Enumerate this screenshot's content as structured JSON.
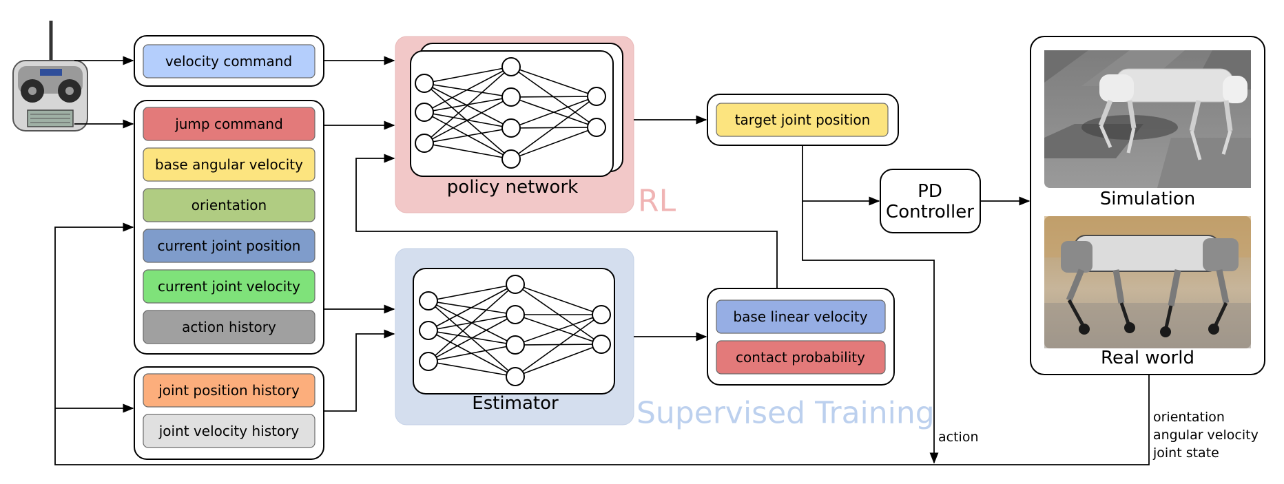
{
  "inputs_top": {
    "velocity_command": "velocity command"
  },
  "inputs_main": [
    {
      "label": "jump command",
      "color": "#e37a7a"
    },
    {
      "label": "base angular velocity",
      "color": "#fce47f"
    },
    {
      "label": "orientation",
      "color": "#b0cc82"
    },
    {
      "label": "current joint position",
      "color": "#7f9ccb"
    },
    {
      "label": "current joint velocity",
      "color": "#7fe27a"
    },
    {
      "label": "action history",
      "color": "#a0a0a0"
    }
  ],
  "inputs_history": [
    {
      "label": "joint position history",
      "color": "#fcae7c"
    },
    {
      "label": "joint velocity history",
      "color": "#e0e0e0"
    }
  ],
  "policy": {
    "label": "policy network",
    "watermark": "RL",
    "bg_color": "#f2c8c8",
    "watermark_color": "#f0b4b4"
  },
  "estimator": {
    "label": "Estimator",
    "watermark": "Supervised Training",
    "bg_color": "#d4deee",
    "watermark_color": "#bcd0ee"
  },
  "target": {
    "label": "target joint position",
    "color": "#fce47f"
  },
  "estimates": [
    {
      "label": "base linear velocity",
      "color": "#96aee4"
    },
    {
      "label": "contact probability",
      "color": "#e37a7a"
    }
  ],
  "pd": {
    "line1": "PD",
    "line2": "Controller"
  },
  "env": {
    "simulation": "Simulation",
    "real_world": "Real world"
  },
  "feedback": {
    "action": "action",
    "obs_lines": [
      "orientation",
      "angular velocity",
      "joint state"
    ]
  },
  "colors": {
    "velocity_command": "#b4cefc",
    "line": "#000000"
  }
}
